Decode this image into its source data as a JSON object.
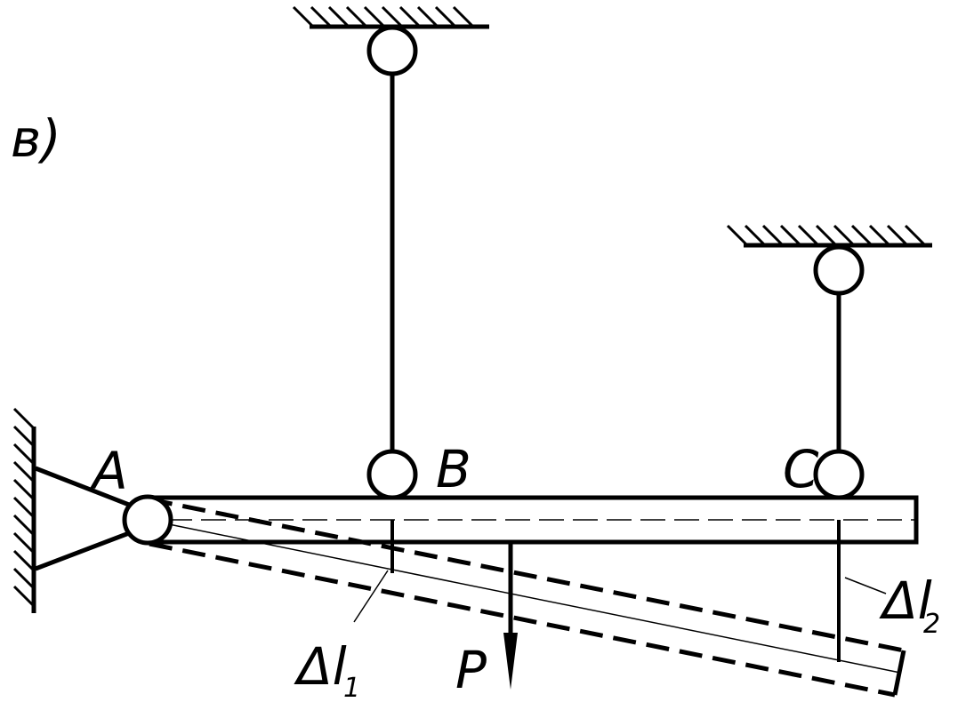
{
  "panel_label": "в)",
  "labels": {
    "A": "A",
    "B": "B",
    "C": "C",
    "P": "P",
    "dl1_main": "Δl",
    "dl1_sub": "1",
    "dl2_main": "Δl",
    "dl2_sub": "2"
  },
  "colors": {
    "ink": "#000000",
    "background": "#ffffff"
  }
}
